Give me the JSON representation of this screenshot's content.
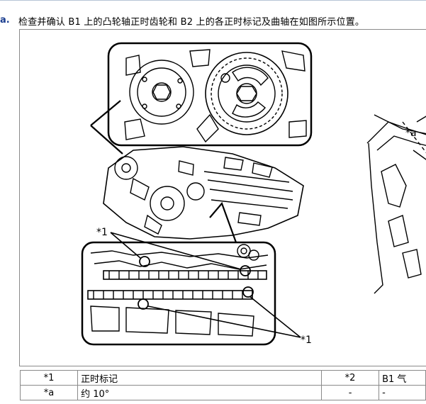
{
  "step": {
    "letter": "a."
  },
  "instruction": "检查并确认 B1 上的凸轮轴正时齿轮和 B2 上的各正时标记及曲轴在如图所示位置。",
  "figure": {
    "callouts": [
      "*1",
      "*1",
      "*a"
    ]
  },
  "legend": {
    "rows": [
      {
        "code": "*1",
        "desc": "正时标记",
        "code2": "*2",
        "desc2": "B1 气"
      },
      {
        "code": "*a",
        "desc": "约 10°",
        "code2": "-",
        "desc2": "-"
      }
    ]
  }
}
